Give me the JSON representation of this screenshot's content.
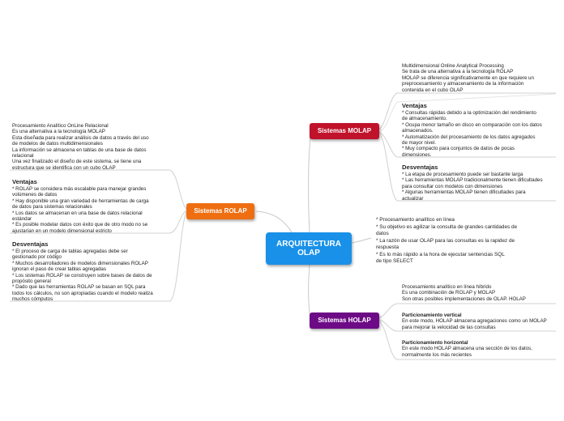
{
  "colors": {
    "central": "#1991e8",
    "molap": "#c0122a",
    "rolap": "#ee6e11",
    "holap": "#6d0b86",
    "line": "#bdbdbd"
  },
  "central": {
    "label_line1": "ARQUITECTURA",
    "label_line2": "OLAP"
  },
  "central_notes": {
    "lines": [
      "* Procesamiento analítico en línea",
      "* Su objetivo es agilizar la consulta de grandes cantidades de",
      "datos",
      "* La razón de usar OLAP para las consultas es la rapidez de",
      "respuesta",
      "* Es lo más rápido a la hora de ejecutar sentencias SQL",
      "de tipo SELECT"
    ]
  },
  "molap": {
    "label": "Sistemas MOLAP",
    "intro": [
      "Multidimensional Online Analytical Processing",
      "Se trata de una alternativa a la tecnología ROLAP",
      "MOLAP se diferencia significativamente en que requiere un",
      "preprocesamiento y almacenamiento de la información",
      "contenida en el cubo OLAP"
    ],
    "ventajas_title": "Ventajas",
    "ventajas": [
      "* Consultas rápidas debido a la optimización del rendimiento",
      "de almacenamiento.",
      "* Ocupa menor tamaño en disco en comparación con los datos",
      "almacenados.",
      "* Automatización del procesamiento de los datos agregados",
      "de mayor nivel.",
      "* Muy compacto para conjuntos de datos de pocas",
      "dimensiones."
    ],
    "desventajas_title": "Desventajas",
    "desventajas": [
      "* La etapa de procesamiento puede ser bastante larga",
      "* Las herramientas MOLAP tradicionalmente tienen dificultades",
      "para consultar con modelos con dimensiones",
      "* Algunas herramientas MOLAP tienen dificultades para",
      "actualizar"
    ]
  },
  "rolap": {
    "label": "Sistemas ROLAP",
    "intro": [
      "Procesamiento Analítico OnLine Relacional",
      "Es una alternativa a la tecnología MOLAP",
      "Esta diseñada para realizar análisis de datos a través del uso",
      "de modelos de datos multidimensionales",
      "La información se almacena en tablas de una base de datos",
      "relacional",
      "Una vez finalizado el diseño de este sistema, se tiene una",
      "estructura que se identifica con un cubo OLAP"
    ],
    "ventajas_title": "Ventajas",
    "ventajas": [
      "* ROLAP se considera más escalable para manejar grandes",
      "volúmenes de datos",
      "* Hay disponible una gran variedad de herramientas de carga",
      "de datos para sistemas relacionales",
      "* Los datos se almacenan en una base de datos relacional",
      "estándar",
      "* Es posible modelar datos con éxito que de otro modo no se",
      "ajustarían en un modelo dimensional estricto"
    ],
    "desventajas_title": "Desventajas",
    "desventajas": [
      "* El proceso de carga de tablas agregadas debe ser",
      "gestionado por código",
      "* Muchos desarrolladores de modelos dimensionales ROLAP",
      "ignoran el paso de crear tablas agregadas",
      "* Los sistemas ROLAP se construyen sobre bases de datos de",
      "propósito general",
      "* Dado que las herramientas ROLAP se basan en SQL para",
      "todos los cálculos, no son apropiadas cuando el modelo realiza",
      "muchos cómputos"
    ]
  },
  "holap": {
    "label": "Sistemas HOLAP",
    "intro": [
      "Procesamiento analítico en línea híbrido",
      "Es una combinación de ROLAP y MOLAP",
      "Son otras posibles implementaciones de OLAP. HOLAP"
    ],
    "vertical_title": "Particionamiento vertical",
    "vertical": [
      "En este modo, HOLAP almacena agregaciones como un MOLAP",
      "para mejorar la velocidad de las consultas"
    ],
    "horizontal_title": "Particionamiento horizontal",
    "horizontal": [
      "En este modo HOLAP almacena una sección de los datos,",
      "normalmente los más recientes"
    ]
  }
}
